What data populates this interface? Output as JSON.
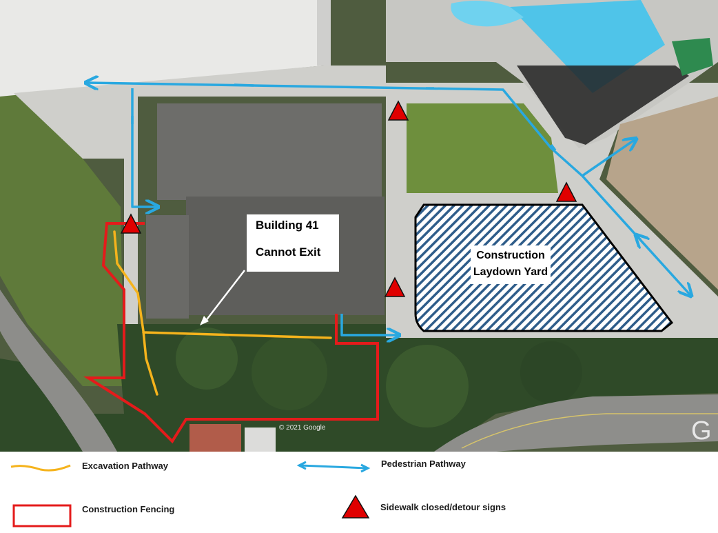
{
  "map": {
    "building_label": {
      "line1": "Building 41",
      "line2": "Cannot Exit"
    },
    "yard_label": {
      "line1": "Construction",
      "line2": "Laydown Yard"
    },
    "copyright": "© 2021 Google",
    "watermark": "G"
  },
  "legend": {
    "excavation": "Excavation Pathway",
    "pedestrian": "Pedestrian Pathway",
    "fencing": "Construction Fencing",
    "signs": "Sidewalk closed/detour signs"
  },
  "colors": {
    "excavation": "#f5b31c",
    "pedestrian": "#29a8e0",
    "fencing": "#e41b1b",
    "signs": "#e00000",
    "yard_hatch": "#2f5d8a"
  }
}
